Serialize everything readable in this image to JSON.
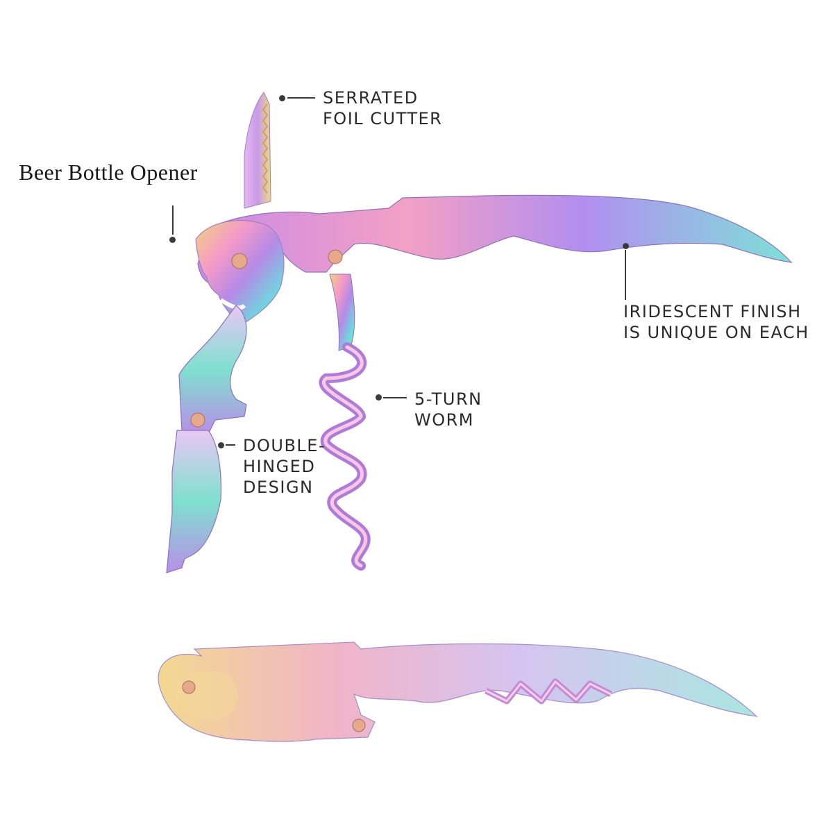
{
  "labels": {
    "foil_cutter": [
      "SERRATED",
      "FOIL CUTTER"
    ],
    "bottle_opener": "Beer Bottle Opener",
    "finish": [
      "IRIDESCENT FINISH",
      "IS UNIQUE ON EACH"
    ],
    "worm": [
      "5-TURN",
      "WORM"
    ],
    "hinge": [
      "DOUBLE-",
      "HINGED",
      "DESIGN"
    ]
  },
  "colors": {
    "text": "#2a2a2a",
    "pointer": "#3a3a3a",
    "background": "#ffffff",
    "iridescent": [
      "#f2d47a",
      "#f59ac8",
      "#b58ae6",
      "#6fd6e0",
      "#8fe3a8"
    ]
  }
}
